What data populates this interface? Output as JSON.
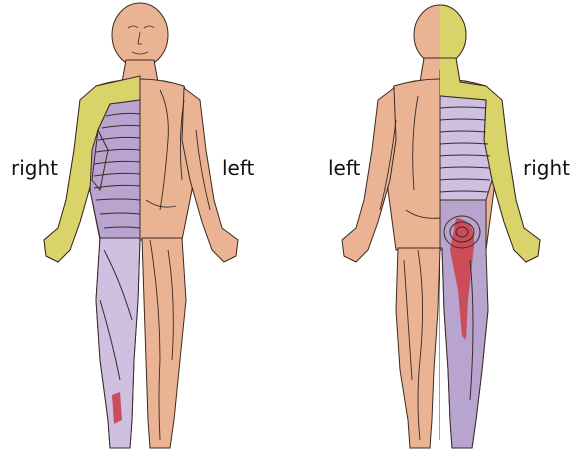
{
  "labels": {
    "front_right": "right",
    "front_left": "left",
    "back_left": "left",
    "back_right": "right"
  },
  "colors": {
    "skin": "#e9b394",
    "skin_shadow": "#d39a7c",
    "dermatome_yellow": "#d9d46a",
    "dermatome_purple": "#b9a4cf",
    "dermatome_lavender": "#cfbfe0",
    "dermatome_red": "#cc4d5a",
    "line": "#3a2a22"
  },
  "figures": {
    "front": {
      "view": "anterior"
    },
    "back": {
      "view": "posterior"
    }
  }
}
